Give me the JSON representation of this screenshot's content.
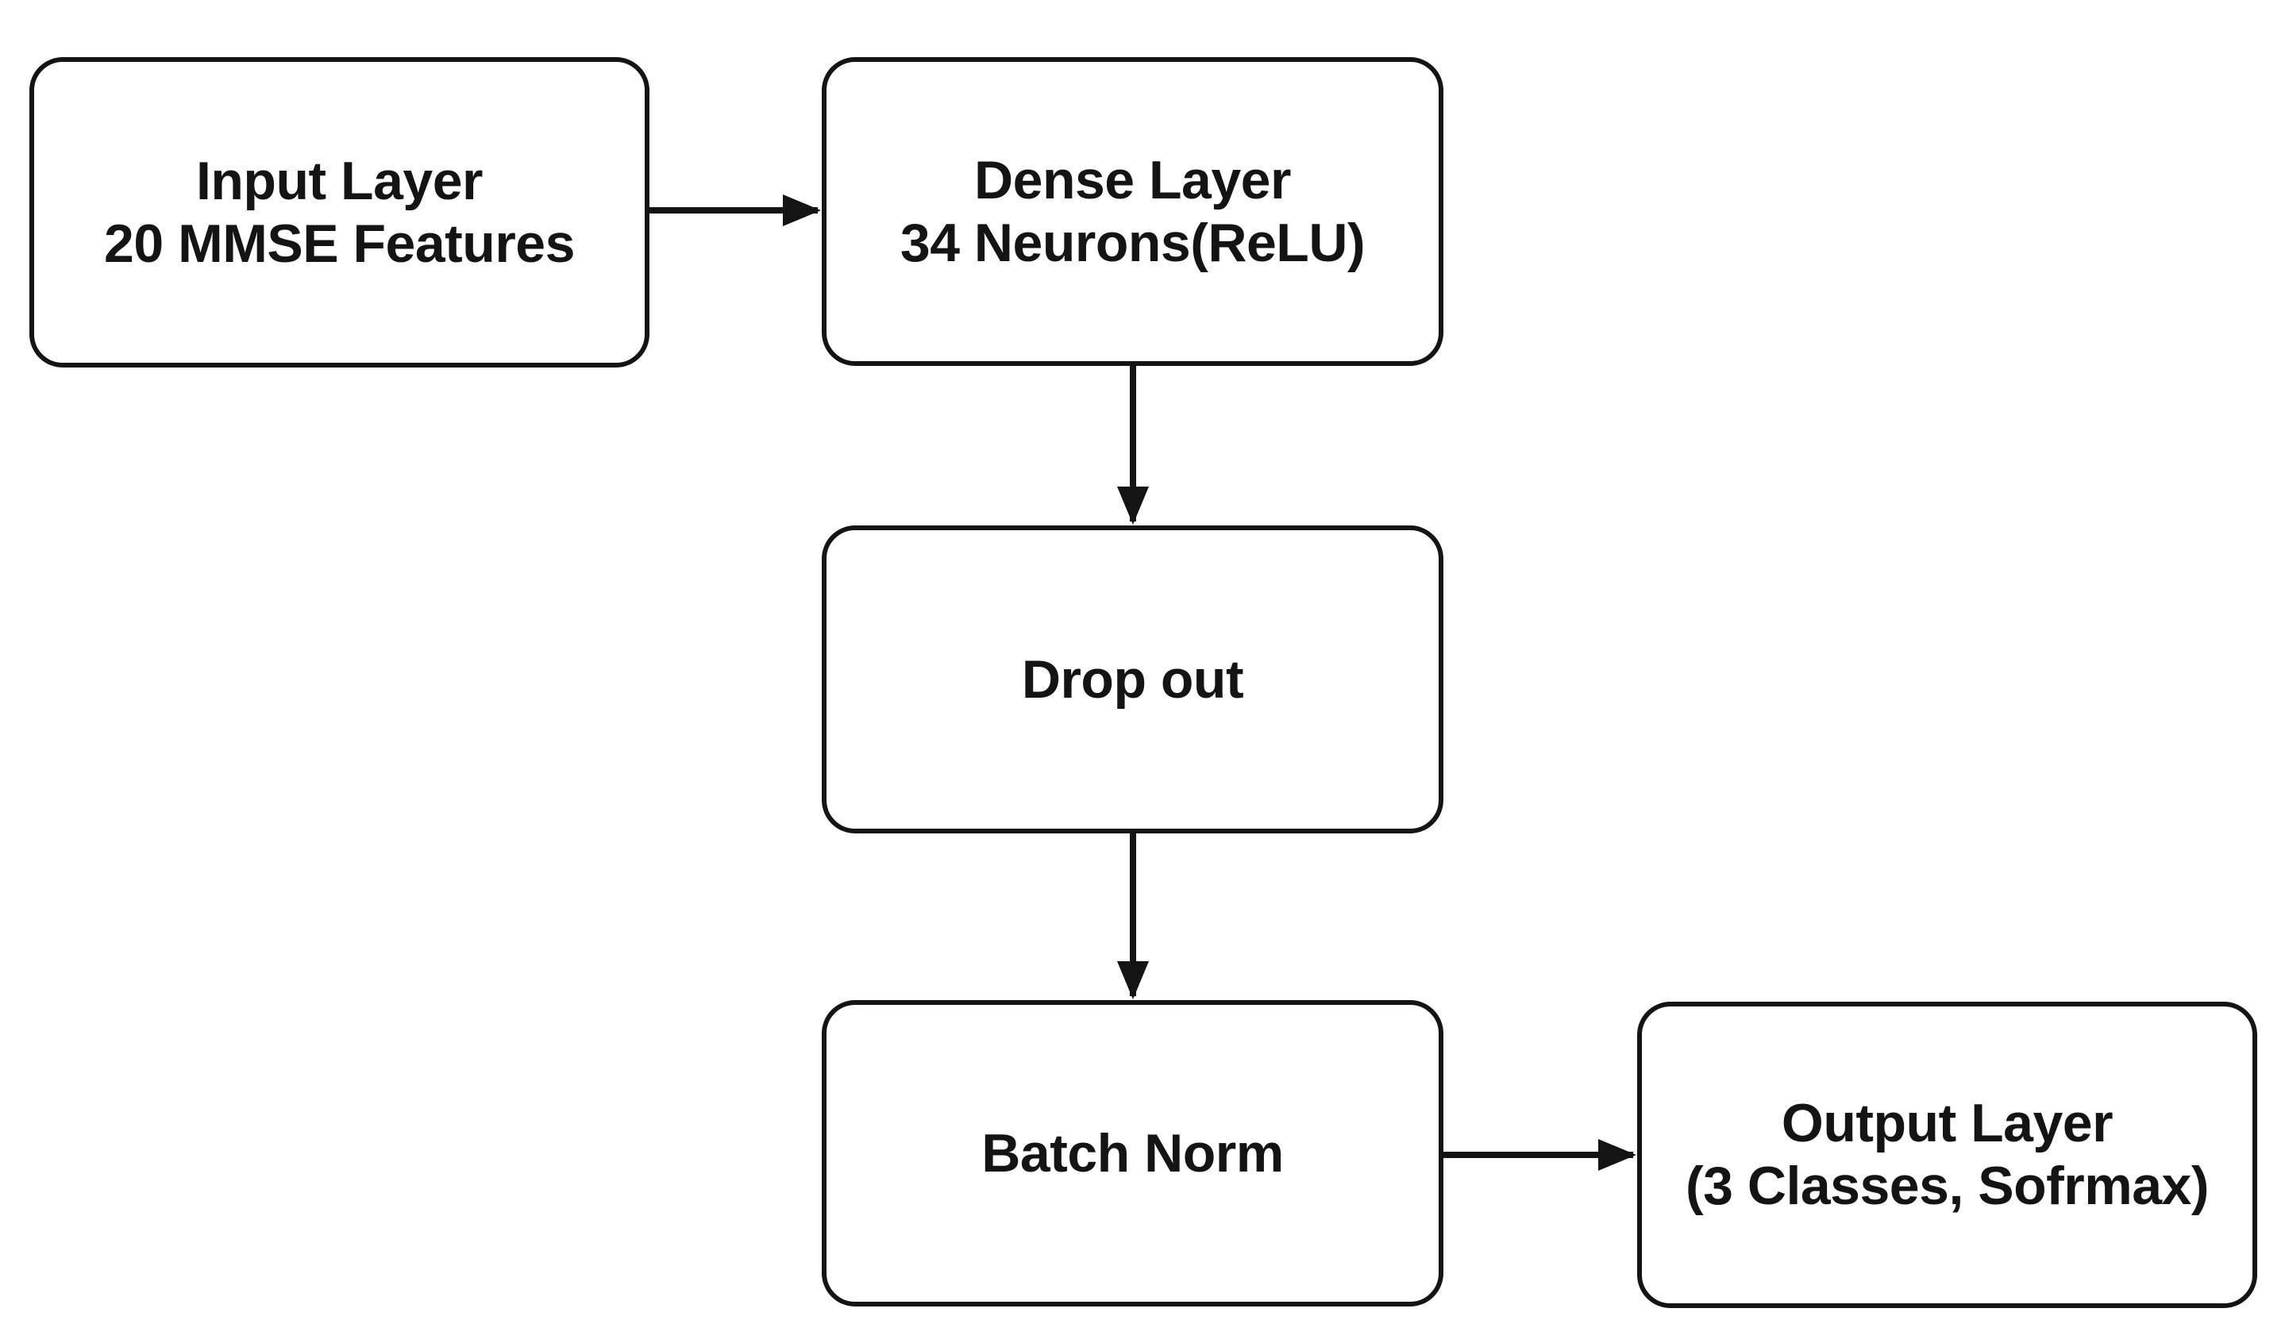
{
  "diagram": {
    "type": "flowchart",
    "nodes": [
      {
        "id": "input-layer",
        "lines": [
          "Input Layer",
          "20 MMSE Features"
        ]
      },
      {
        "id": "dense-layer",
        "lines": [
          "Dense Layer",
          "34 Neurons(ReLU)"
        ]
      },
      {
        "id": "dropout",
        "lines": [
          "Drop out"
        ]
      },
      {
        "id": "batch-norm",
        "lines": [
          "Batch Norm"
        ]
      },
      {
        "id": "output-layer",
        "lines": [
          "Output Layer",
          "(3 Classes, Sofrmax)"
        ]
      }
    ],
    "edges": [
      {
        "from": "input-layer",
        "to": "dense-layer",
        "direction": "right"
      },
      {
        "from": "dense-layer",
        "to": "dropout",
        "direction": "down"
      },
      {
        "from": "dropout",
        "to": "batch-norm",
        "direction": "down"
      },
      {
        "from": "batch-norm",
        "to": "output-layer",
        "direction": "right"
      }
    ],
    "style": {
      "background_color": "#ffffff",
      "box_border_color": "#141414",
      "text_color": "#141414",
      "arrow_color": "#141414"
    }
  }
}
